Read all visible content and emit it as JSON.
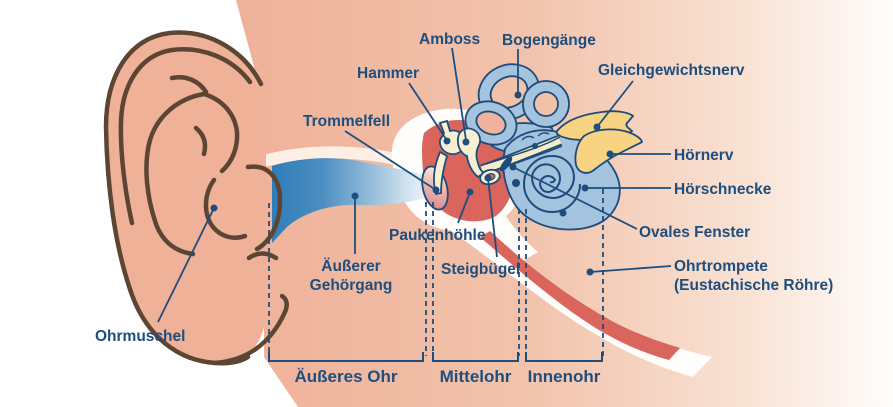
{
  "figure": {
    "labels": {
      "ohrmuschel": "Ohrmuschel",
      "aeusserer_gehoergang_line1": "Äußerer",
      "aeusserer_gehoergang_line2": "Gehörgang",
      "trommelfell": "Trommelfell",
      "hammer": "Hammer",
      "amboss": "Amboss",
      "bogengaenge": "Bogengänge",
      "gleichgewichtsnerv": "Gleichgewichtsnerv",
      "hoernerv": "Hörnerv",
      "hoerschnecke": "Hörschnecke",
      "ovales_fenster": "Ovales Fenster",
      "ohrtrompete_line1": "Ohrtrompete",
      "ohrtrompete_line2": "(Eustachische Röhre)",
      "paukenhoehle": "Paukenhöhle",
      "steigbuegel": "Steigbügel"
    },
    "regions": {
      "aeusseres_ohr": "Äußeres Ohr",
      "mittelohr": "Mittelohr",
      "innenohr": "Innenohr"
    },
    "colors": {
      "label_navy": "#1d4e7e",
      "skin_peach": "#efb198",
      "ear_outline_brown": "#5d4533",
      "canal_blue_dark": "#2f7db8",
      "middle_ear_red": "#d9655c",
      "inner_ear_blue": "#a3c3de",
      "ossicle_cream": "#f7efd2",
      "nerve_yellow": "#f8d381"
    }
  }
}
